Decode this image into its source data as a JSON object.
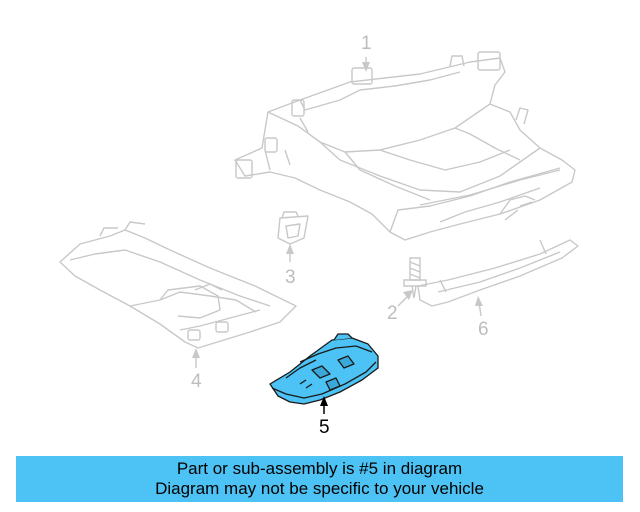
{
  "callouts": {
    "c1": "1",
    "c2": "2",
    "c3": "3",
    "c4": "4",
    "c5": "5",
    "c6": "6"
  },
  "banner": {
    "line1": "Part or sub-assembly is #5 in diagram",
    "line2": "Diagram may not be specific to your vehicle"
  },
  "colors": {
    "highlight_part": "#4dc3f5",
    "banner": "#4dc3f5",
    "faded_lines": "#c4c4c4"
  }
}
